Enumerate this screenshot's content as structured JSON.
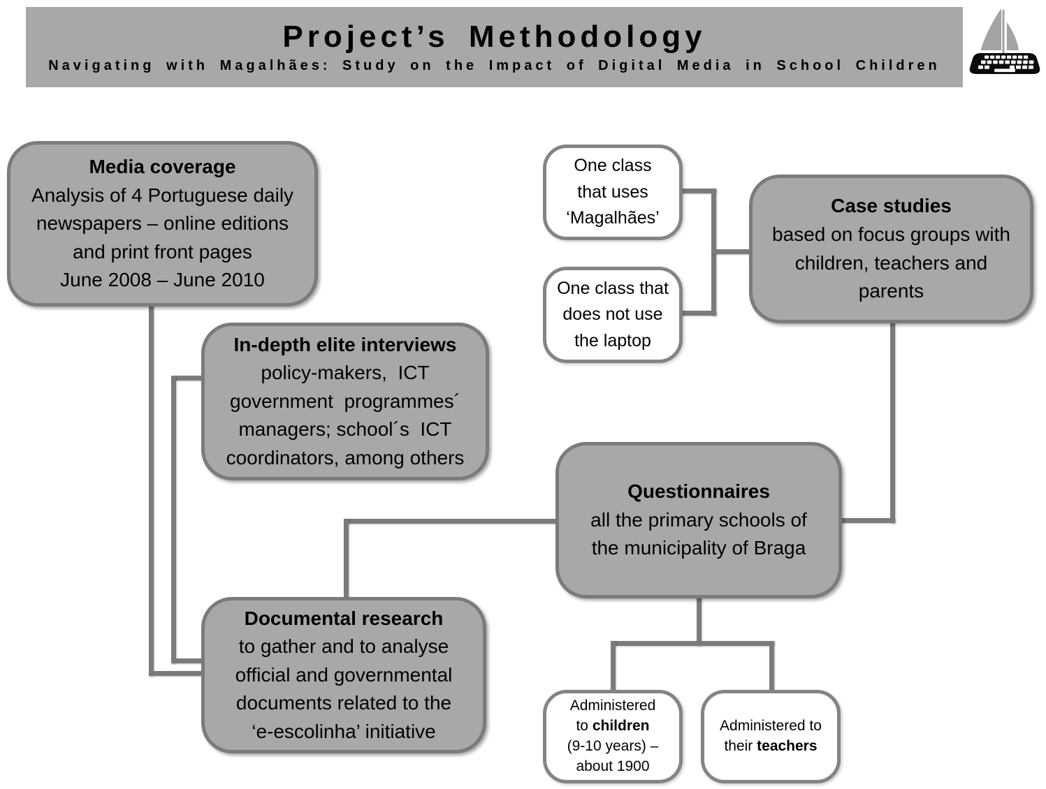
{
  "header": {
    "title": "Project’s Methodology",
    "subtitle": "Navigating with Magalhães: Study on the Impact of Digital Media in School Children"
  },
  "boxes": {
    "media_coverage": {
      "title": "Media coverage",
      "body": [
        "Analysis of 4 Portuguese daily",
        "newspapers – online editions",
        "and print front pages",
        "June 2008 – June 2010"
      ]
    },
    "elite_interviews": {
      "title": "In-depth elite interviews",
      "body": [
        "policy-makers,  ICT",
        "government  programmes´",
        "managers; school´s  ICT",
        "coordinators, among others"
      ]
    },
    "class_with_laptop": {
      "body": [
        "One class",
        "that uses",
        "‘Magalhães’"
      ]
    },
    "class_without_laptop": {
      "body": [
        "One class that",
        "does not use",
        "the laptop"
      ]
    },
    "case_studies": {
      "title": "Case studies",
      "body": [
        "based on focus groups with",
        "children, teachers and",
        "parents"
      ]
    },
    "questionnaires": {
      "title": "Questionnaires",
      "body": [
        "all the primary schools of",
        "the municipality of Braga"
      ]
    },
    "documental_research": {
      "title": "Documental research",
      "body": [
        "to gather and to analyse",
        "official and governmental",
        "documents related to the",
        "‘e-escolinha’ initiative"
      ]
    },
    "admin_children": {
      "line1": "Administered",
      "line2_pre": "to ",
      "line2_bold": "children",
      "line3": "(9-10 years) –",
      "line4": "about 1900"
    },
    "admin_teachers": {
      "line1": "Administered  to",
      "line2_pre": "their ",
      "line2_bold": "teachers"
    }
  },
  "logo": {
    "label": "laptop-sailboat-logo"
  },
  "colors": {
    "header_bg": "#a8a8a8",
    "box_fill": "#a8a8a8",
    "box_border": "#7b7b7b",
    "white_box_border": "#848484",
    "connector": "#7b7b7b",
    "text": "#000000",
    "logo_black": "#0b0b0b",
    "logo_gray": "#a3a3a3"
  }
}
